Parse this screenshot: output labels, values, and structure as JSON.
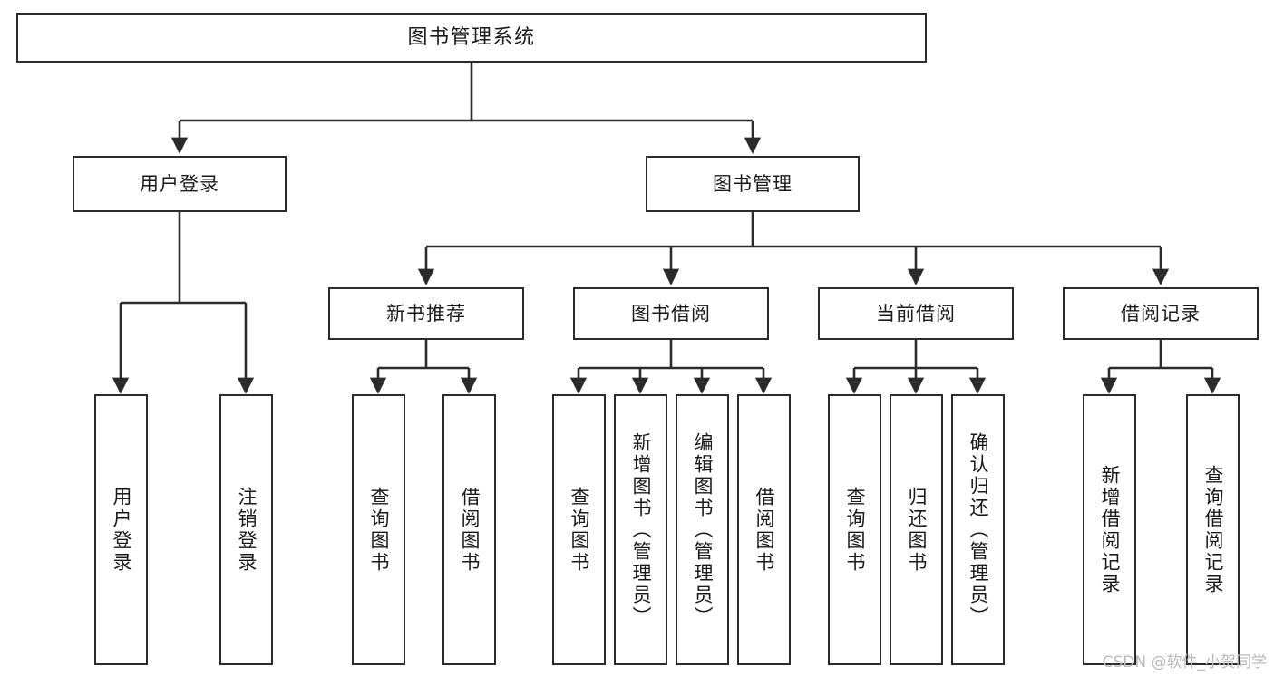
{
  "diagram": {
    "title": "图书管理系统",
    "type": "hierarchy-tree",
    "colors": {
      "box_border": "#2b2b2b",
      "box_fill": "#ffffff",
      "edge": "#2b2b2b",
      "background": "#ffffff",
      "watermark": "#b9b9b9"
    },
    "root": {
      "label": "图书管理系统"
    },
    "level2": [
      {
        "label": "用户登录"
      },
      {
        "label": "图书管理"
      }
    ],
    "level3": [
      {
        "label": "新书推荐"
      },
      {
        "label": "图书借阅"
      },
      {
        "label": "当前借阅"
      },
      {
        "label": "借阅记录"
      }
    ],
    "leaves": {
      "user_login": [
        {
          "label": "用户登录"
        },
        {
          "label": "注销登录"
        }
      ],
      "new_book_recommend": [
        {
          "label": "查询图书"
        },
        {
          "label": "借阅图书"
        }
      ],
      "book_borrow": [
        {
          "label": "查询图书"
        },
        {
          "label": "新增图书（管理员）"
        },
        {
          "label": "编辑图书（管理员）"
        },
        {
          "label": "借阅图书"
        }
      ],
      "current_borrow": [
        {
          "label": "查询图书"
        },
        {
          "label": "归还图书"
        },
        {
          "label": "确认归还（管理员）"
        }
      ],
      "borrow_record": [
        {
          "label": "新增借阅记录"
        },
        {
          "label": "查询借阅记录"
        }
      ]
    },
    "watermark": "CSDN @软件_小贺同学"
  }
}
